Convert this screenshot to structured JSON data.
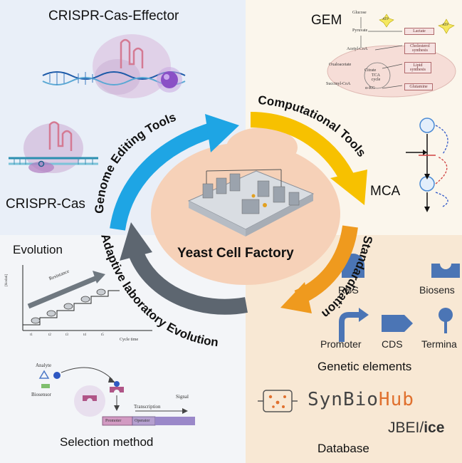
{
  "quadrants": {
    "top_left": {
      "effector_title": "CRISPR-Cas-Effector",
      "cas_title": "CRISPR-Cas"
    },
    "top_right": {
      "gem_title": "GEM",
      "mca_title": "MCA",
      "gem_map": {
        "glucose": "Glucose",
        "pyruvate": "Pyruvate",
        "acetyl_coa": "Acetyl-CoA",
        "oxaloacetate": "Oxaloacetate",
        "citrate": "Citrate",
        "tca": "TCA cycle",
        "succinyl_coa": "Succinyl-CoA",
        "akg": "α-KG",
        "atp1": "ATP",
        "atp2": "ATP",
        "lactate": "Lactate",
        "cholesterol": "Cholesterol synthesis",
        "lipid": "Lipid synthesis",
        "glutamine": "Glutamine"
      }
    },
    "bottom_left": {
      "evolution_title": "Evolution",
      "graph": {
        "y_label": "[biodati]",
        "x_label": "Cycle time",
        "arrow_label": "Resistance",
        "ticks": [
          "t1",
          "t2",
          "t3",
          "t4",
          "t5"
        ]
      },
      "selection": {
        "analyte": "Analyte",
        "biosensor": "Biosensor",
        "transcription": "Transcription",
        "signal": "Signal",
        "promoter": "Promoter",
        "operator": "Operator"
      },
      "selection_title": "Selection method"
    },
    "bottom_right": {
      "elements": {
        "rbs": "RBS",
        "biosensor": "Biosens",
        "promoter": "Promoter",
        "cds": "CDS",
        "terminator": "Termina"
      },
      "elements_title": "Genetic elements",
      "synbiohub_a": "SynBio",
      "synbiohub_b": "Hub",
      "jbei_a": "JBEI/",
      "jbei_b": "ice",
      "database_title": "Database"
    }
  },
  "center": {
    "title": "Yeast Cell Factory"
  },
  "cycle": {
    "genome_editing": "Genome Editing Tools",
    "computational": "Computational Tools",
    "standardization": "Standardization",
    "ale": "Adaptive laboratory Evolution"
  },
  "colors": {
    "arrow_blue": "#1ea5e4",
    "arrow_yellow": "#f7c100",
    "arrow_orange": "#ef9a1e",
    "arrow_gray": "#5d6670",
    "center_fill": "#f6d1b8",
    "element_blue": "#4b75b5",
    "synbiohub_orange": "#e0702e",
    "crispr_purple": "#b790c4"
  }
}
